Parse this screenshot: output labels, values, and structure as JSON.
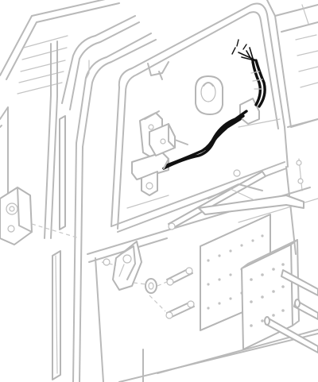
{
  "figure": {
    "style": "exploded line drawing",
    "colors": {
      "line": "#b9b9b9",
      "highlight_cable": "#111111",
      "background": "#ffffff"
    },
    "parts": [
      "door-frame-left",
      "door-frame-inner",
      "window-panel",
      "door-frame-right",
      "hinge-left",
      "vertical-trim-strip",
      "door-handle",
      "handle-clip",
      "grommet",
      "switch-bracket",
      "door-switch",
      "wiring-harness",
      "lock-link-rod",
      "latch-links",
      "perforated-plate",
      "latch-plate",
      "spindle-rods"
    ]
  }
}
